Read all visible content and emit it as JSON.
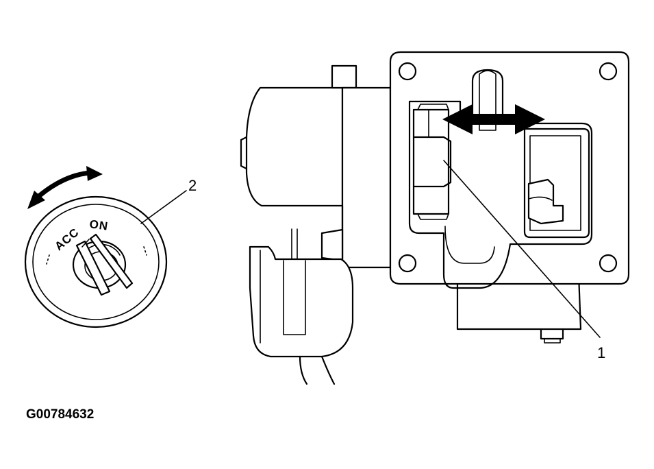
{
  "callouts": {
    "part_1": "1",
    "part_2": "2"
  },
  "ignition_switch": {
    "acc_label": "ACC",
    "on_label": "ON"
  },
  "figure_id": "G00784632",
  "colors": {
    "line": "#000000",
    "background": "#ffffff"
  }
}
